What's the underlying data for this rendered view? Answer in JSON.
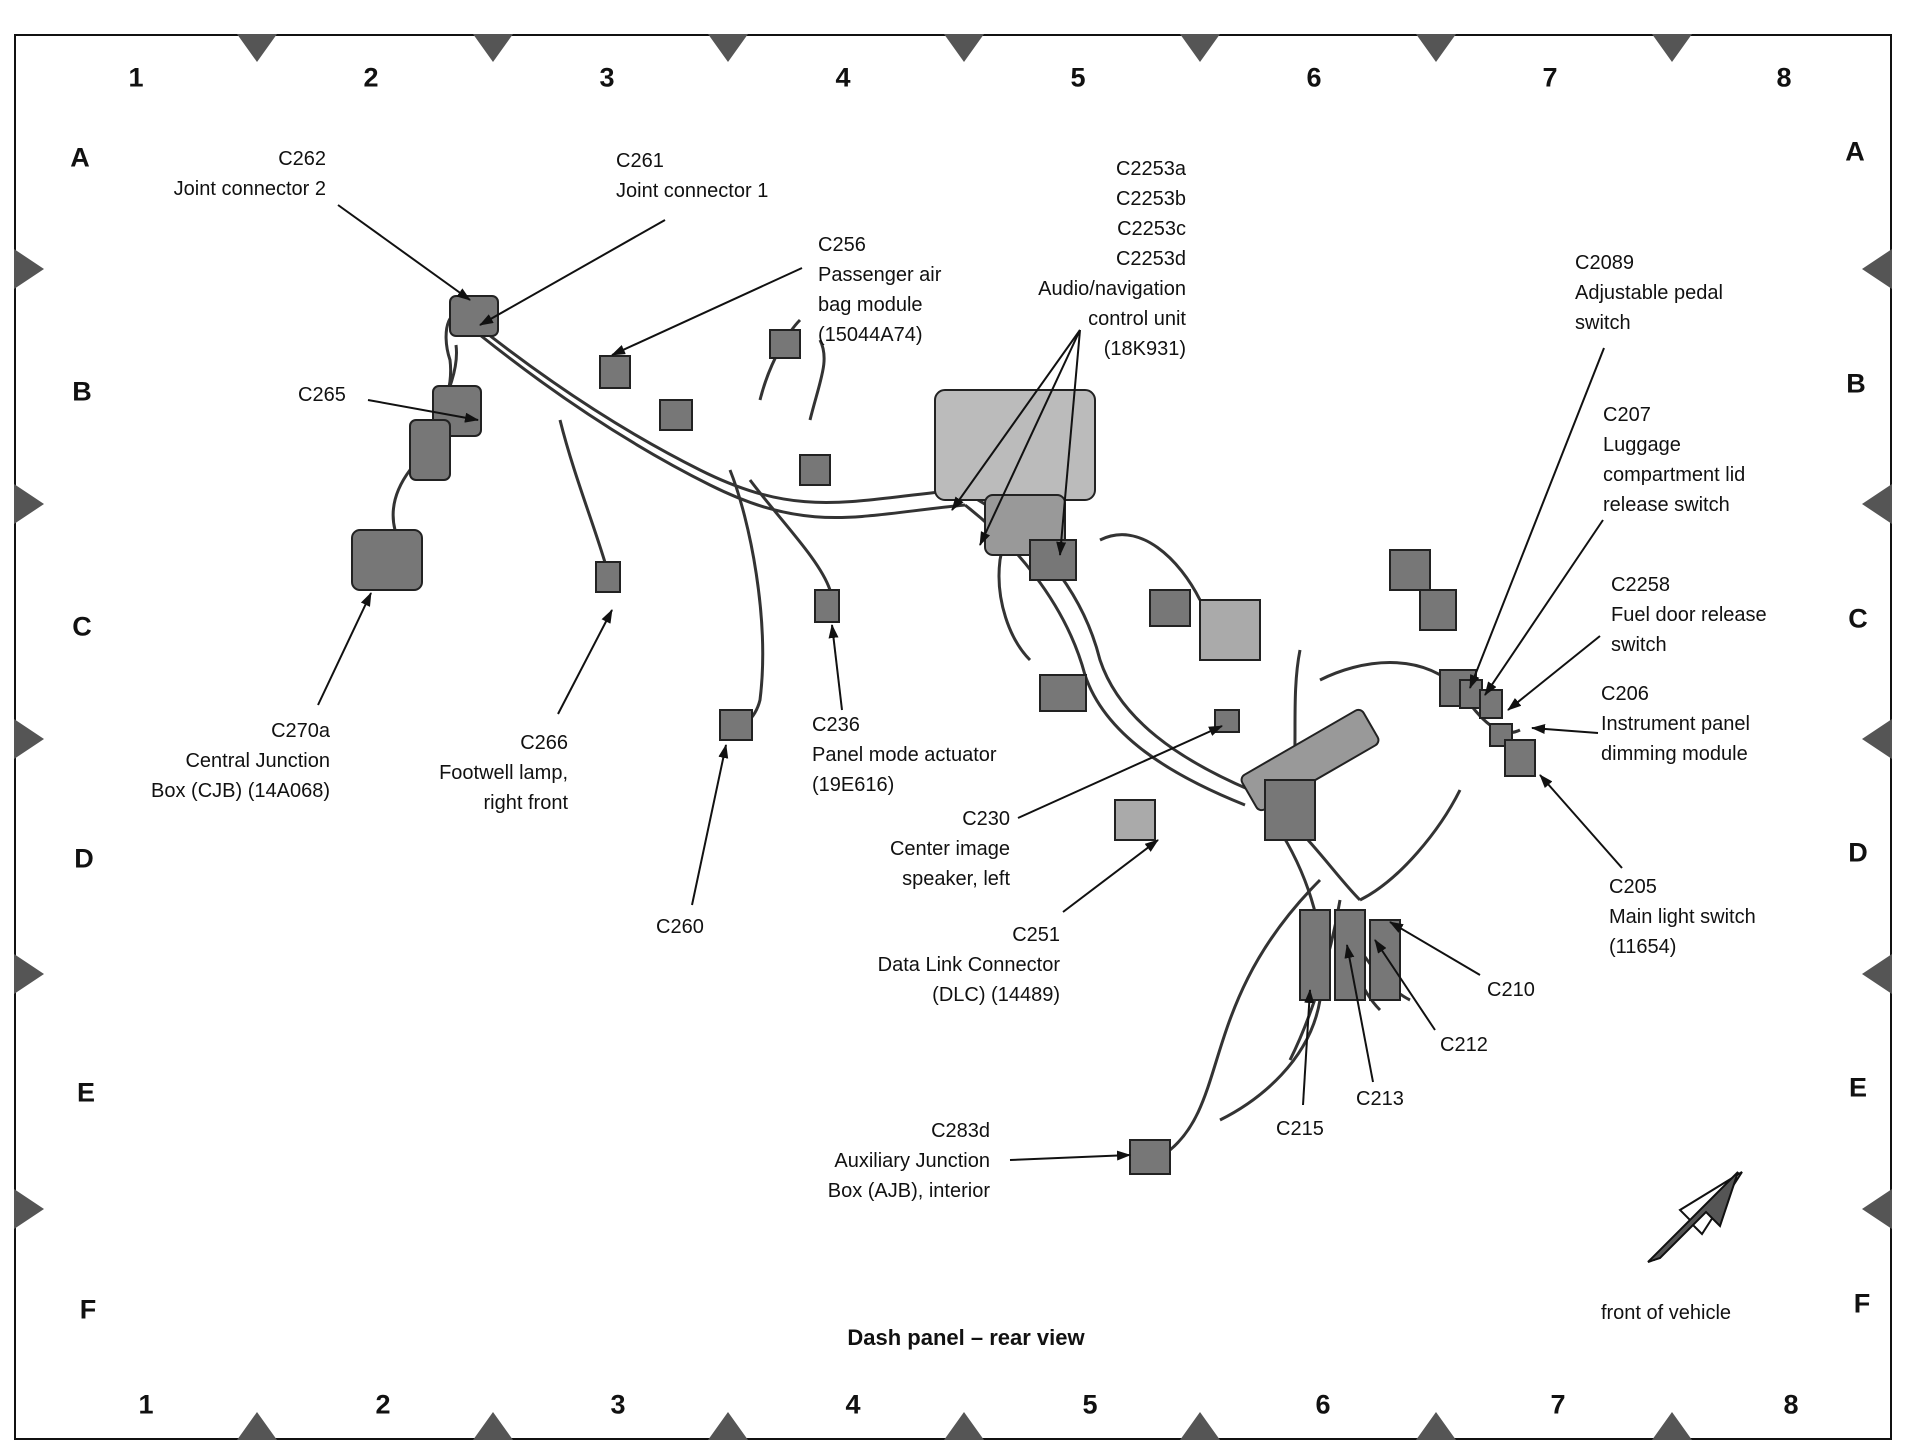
{
  "grid": {
    "columns": [
      "1",
      "2",
      "3",
      "4",
      "5",
      "6",
      "7",
      "8"
    ],
    "rows": [
      "A",
      "B",
      "C",
      "D",
      "E",
      "F"
    ]
  },
  "title": "Dash panel – rear view",
  "front_label": "front of vehicle",
  "callouts": [
    {
      "id": "c262",
      "lines": [
        "C262",
        "Joint connector 2"
      ]
    },
    {
      "id": "c261",
      "lines": [
        "C261",
        "Joint connector 1"
      ]
    },
    {
      "id": "c256",
      "lines": [
        "C256",
        "Passenger air",
        "bag module",
        "(15044A74)"
      ]
    },
    {
      "id": "c2253",
      "lines": [
        "C2253a",
        "C2253b",
        "C2253c",
        "C2253d",
        "Audio/navigation",
        "control unit",
        "(18K931)"
      ]
    },
    {
      "id": "c2089",
      "lines": [
        "C2089",
        "Adjustable pedal",
        "switch"
      ]
    },
    {
      "id": "c265",
      "lines": [
        "C265"
      ]
    },
    {
      "id": "c207",
      "lines": [
        "C207",
        "Luggage",
        "compartment lid",
        "release switch"
      ]
    },
    {
      "id": "c2258",
      "lines": [
        "C2258",
        "Fuel door release",
        "switch"
      ]
    },
    {
      "id": "c206",
      "lines": [
        "C206",
        "Instrument panel",
        "dimming module"
      ]
    },
    {
      "id": "c270a",
      "lines": [
        "C270a",
        "Central Junction",
        "Box (CJB) (14A068)"
      ]
    },
    {
      "id": "c266",
      "lines": [
        "C266",
        "Footwell lamp,",
        "right front"
      ]
    },
    {
      "id": "c236",
      "lines": [
        "C236",
        "Panel mode actuator",
        "(19E616)"
      ]
    },
    {
      "id": "c230",
      "lines": [
        "C230",
        "Center image",
        "speaker, left"
      ]
    },
    {
      "id": "c205",
      "lines": [
        "C205",
        "Main light switch",
        "(11654)"
      ]
    },
    {
      "id": "c260",
      "lines": [
        "C260"
      ]
    },
    {
      "id": "c251",
      "lines": [
        "C251",
        "Data Link Connector",
        "(DLC) (14489)"
      ]
    },
    {
      "id": "c210",
      "lines": [
        "C210"
      ]
    },
    {
      "id": "c212",
      "lines": [
        "C212"
      ]
    },
    {
      "id": "c213",
      "lines": [
        "C213"
      ]
    },
    {
      "id": "c215",
      "lines": [
        "C215"
      ]
    },
    {
      "id": "c283d",
      "lines": [
        "C283d",
        "Auxiliary Junction",
        "Box (AJB), interior"
      ]
    }
  ]
}
